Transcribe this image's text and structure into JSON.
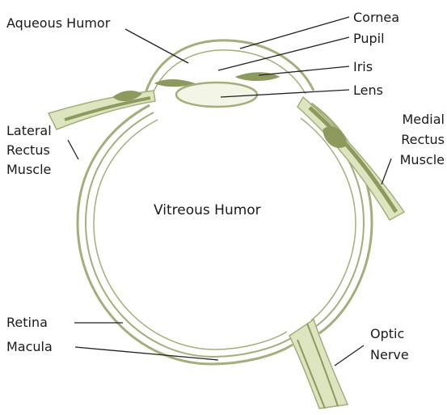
{
  "colors": {
    "tissue_stroke": "#a4ae7a",
    "tissue_fill": "#dde5c0",
    "muscle": "#8d9a5e",
    "leader": "#222222",
    "text": "#1a1a1a"
  },
  "labels": {
    "aqueous_humor": "Aqueous Humor",
    "cornea": "Cornea",
    "pupil": "Pupil",
    "iris": "Iris",
    "lens": "Lens",
    "lateral_rectus_muscle": [
      "Lateral",
      "Rectus",
      "Muscle"
    ],
    "medial_rectus_muscle": [
      "Medial",
      "Rectus",
      "Muscle"
    ],
    "vitreous_humor": "Vitreous Humor",
    "retina": "Retina",
    "macula": "Macula",
    "optic_nerve": [
      "Optic",
      "Nerve"
    ]
  }
}
